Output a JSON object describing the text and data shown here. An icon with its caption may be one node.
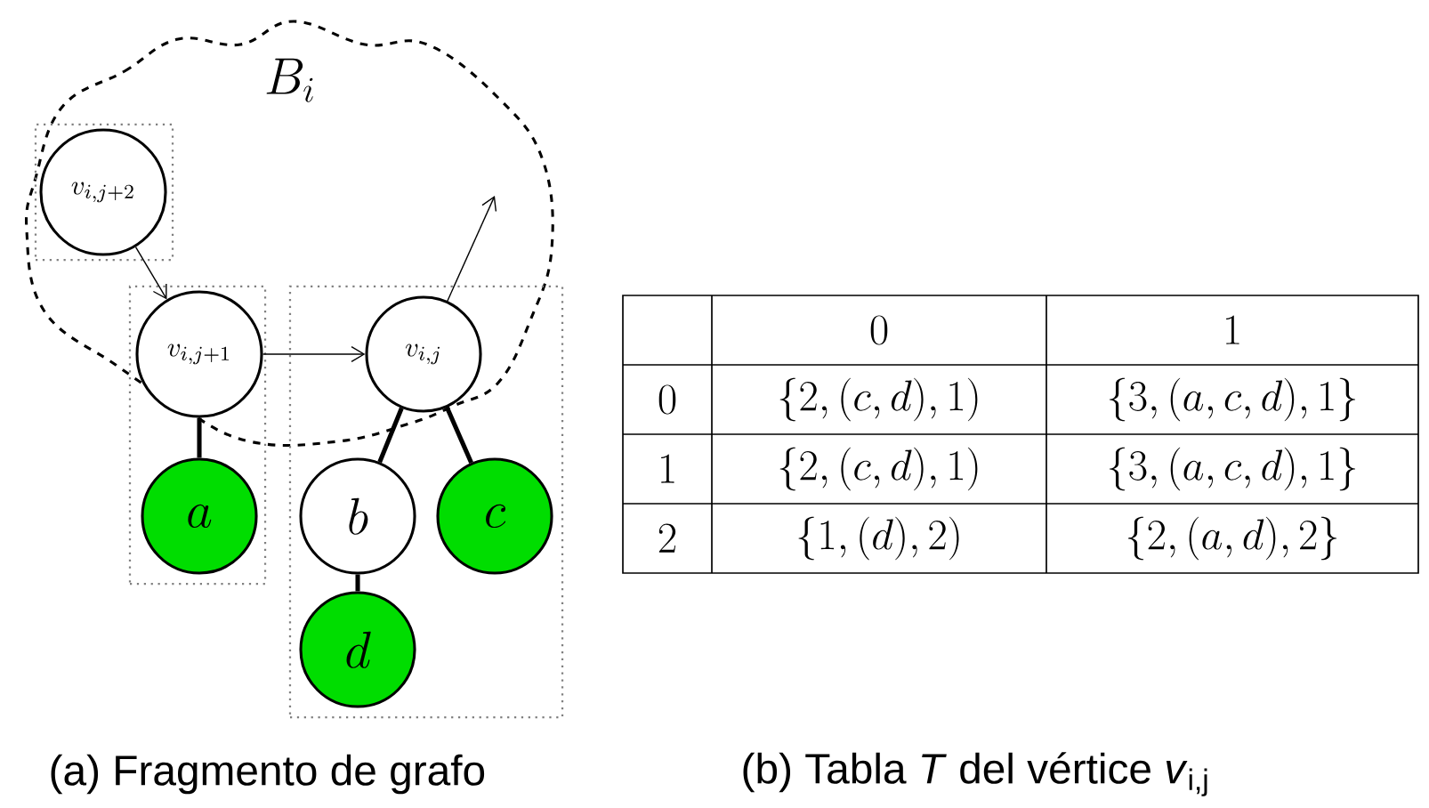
{
  "diagram": {
    "nodes": [
      {
        "text": [],
        "shape": "box"
      },
      {
        "text": [
          "v_{i,j+2}"
        ],
        "in": 0
      },
      {
        "text": [],
        "shape": "box"
      },
      {
        "text": [
          "v_{i,j+1}"
        ],
        "in": 2
      },
      {
        "text": [
          "a"
        ],
        "in": 2
      },
      {
        "text": [],
        "shape": "box"
      },
      {
        "text": [
          "v_{i,j}"
        ],
        "in": 5
      },
      {
        "text": [
          "b"
        ],
        "in": 5
      },
      {
        "text": [
          "c"
        ],
        "in": 5
      },
      {
        "text": [
          "d"
        ],
        "in": 5
      }
    ],
    "edges": [
      {
        "from": 1,
        "to": 3,
        "arrow": "to"
      },
      {
        "from": 3,
        "to": 6,
        "arrow": "to"
      },
      {
        "from": 6,
        "to": null,
        "arrow": "to"
      },
      {
        "from": 3,
        "to": 4,
        "arrow": "none"
      },
      {
        "from": 6,
        "to": 7,
        "arrow": "none"
      },
      {
        "from": 6,
        "to": 8,
        "arrow": "none"
      },
      {
        "from": 7,
        "to": 9,
        "arrow": "none"
      }
    ],
    "labels": [
      "B_i",
      "0",
      "1",
      "0",
      "\\{2,(c,d),1)",
      "\\{3,(a,c,d),1\\}",
      "1",
      "\\{2,(c,d),1)",
      "\\{3,(a,c,d),1\\}",
      "2",
      "\\{1,(d),2)",
      "\\{2,(a,d),2\\}",
      "(a) Fragmento de grafo",
      "(b) Tabla *T* del vértice *v*$_{i,j}$"
    ]
  }
}
